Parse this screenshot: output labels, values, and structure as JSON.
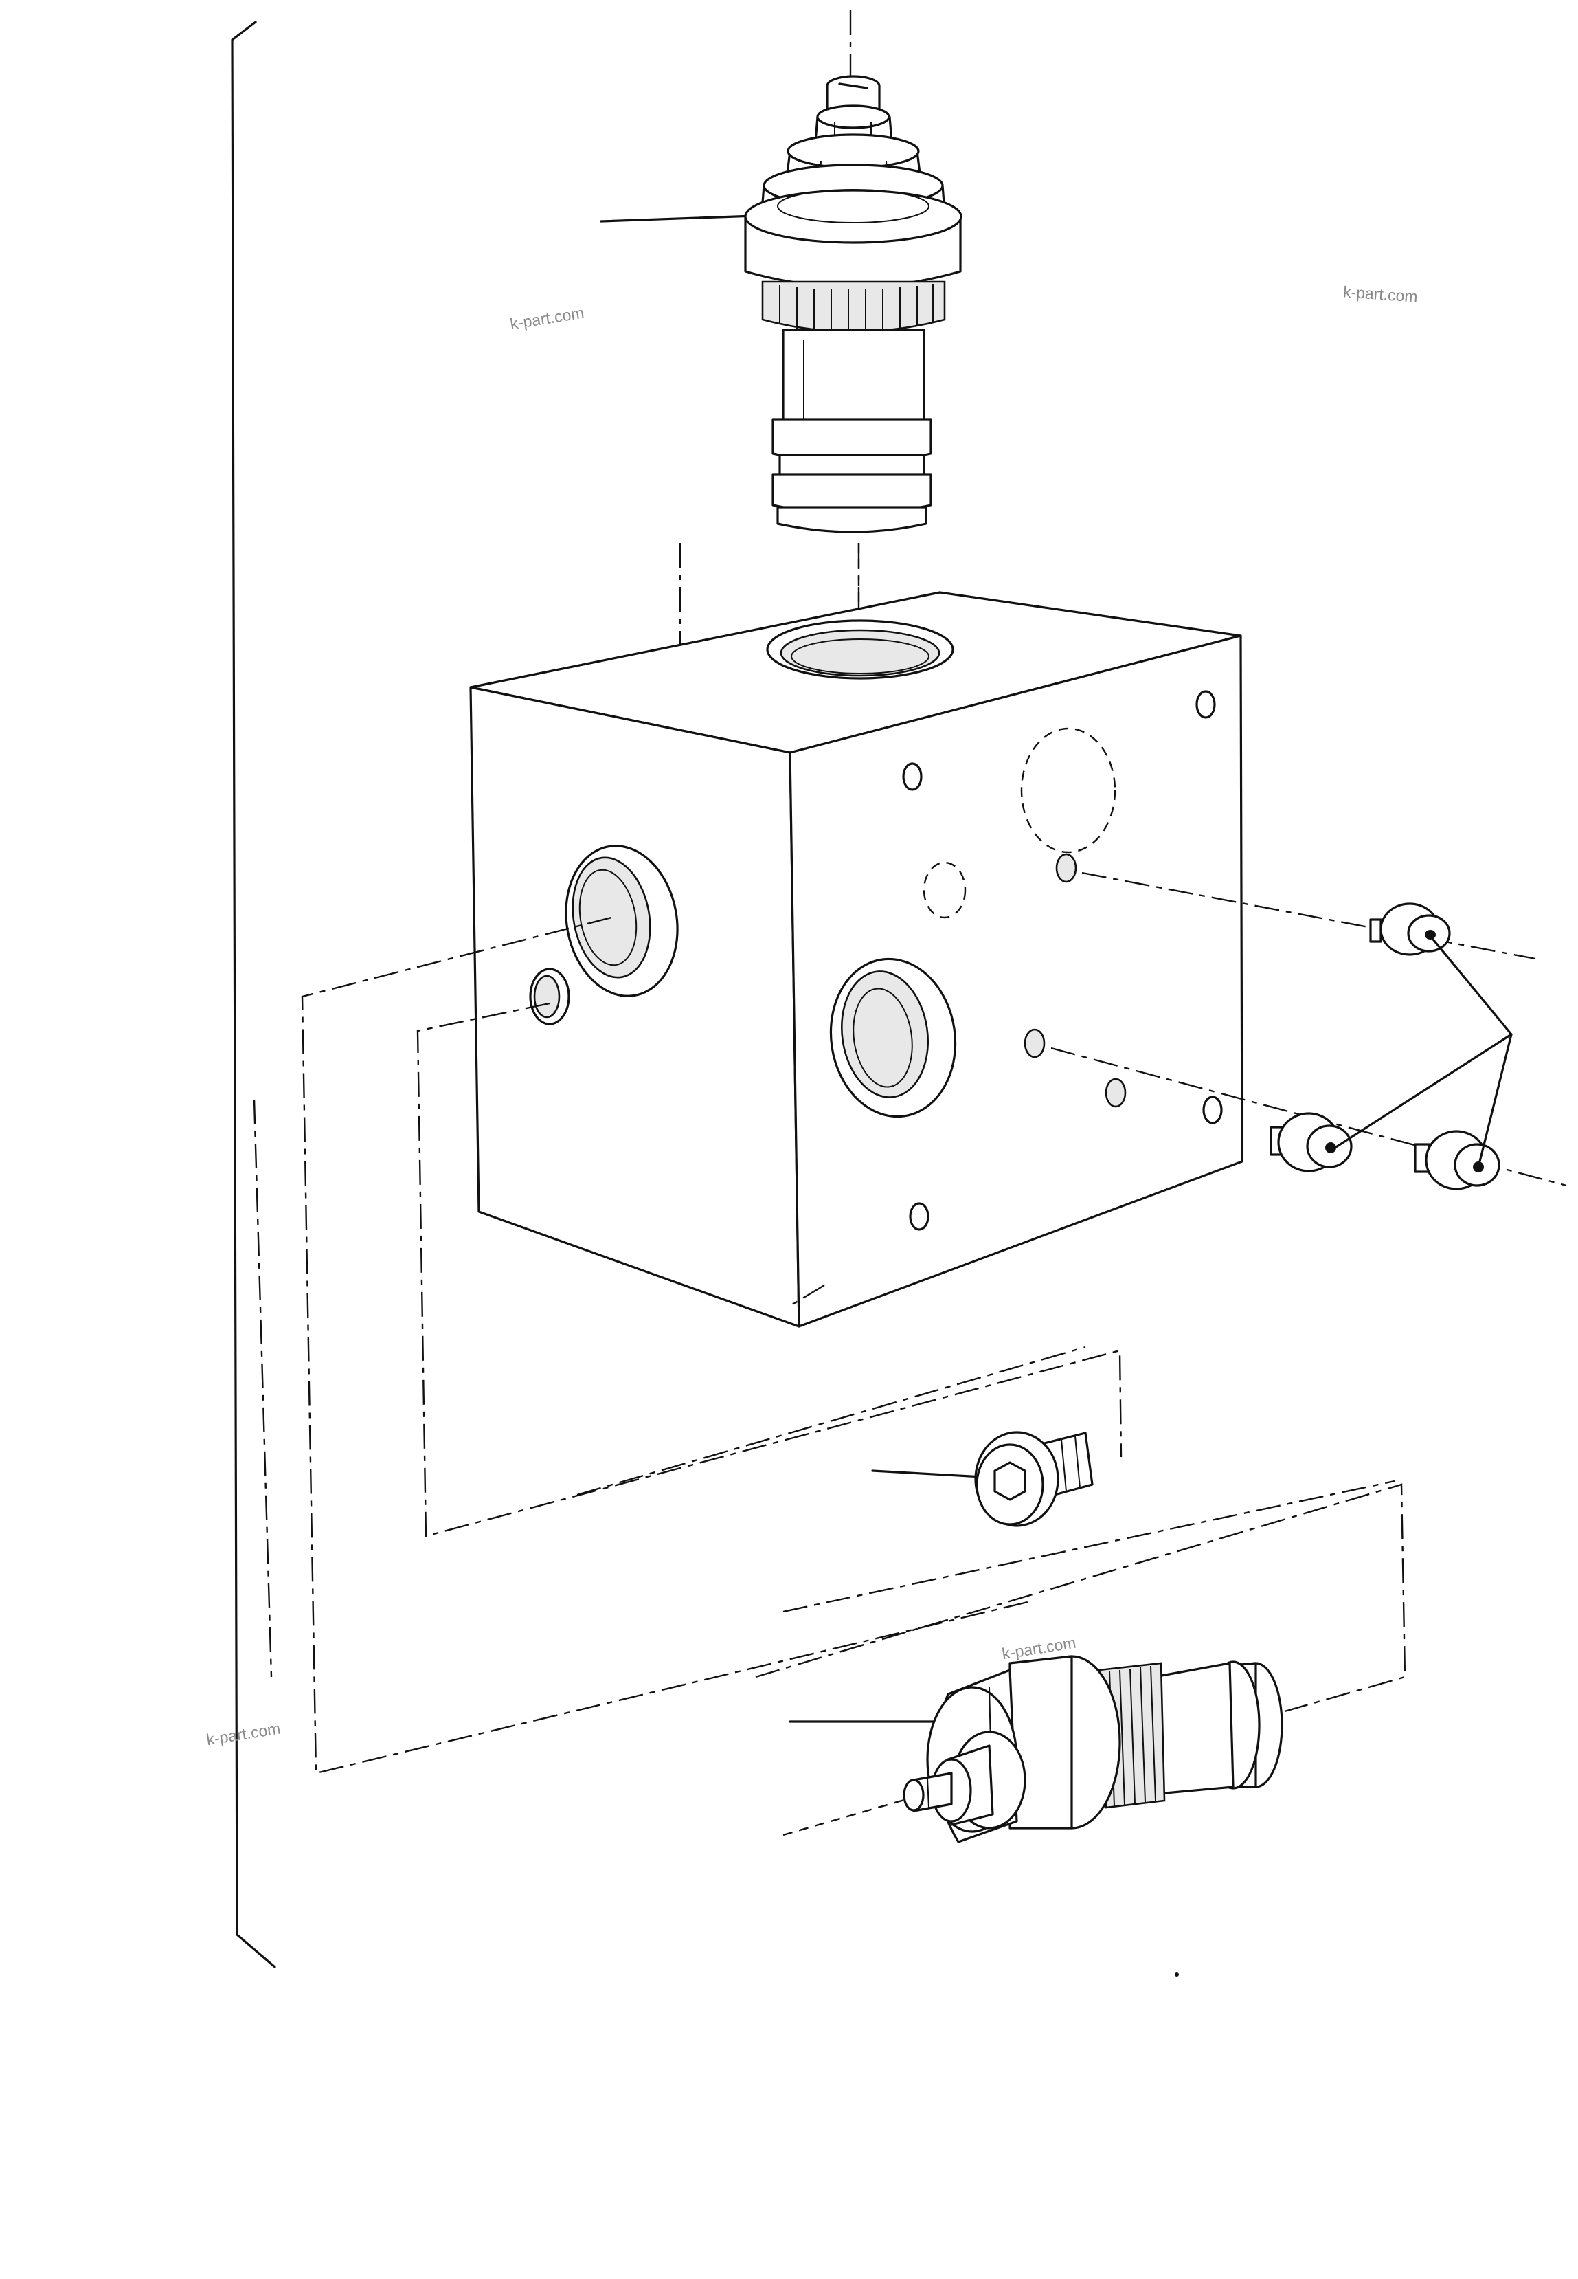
{
  "watermarks": [
    "k-part.com",
    "k-part.com",
    "k-part.com",
    "k-part.com"
  ],
  "colors": {
    "ink": "#111111",
    "paper": "#ffffff",
    "watermark": "#8a8a8a"
  },
  "parts": [
    {
      "id": "relief-valve-cartridge-top",
      "icon": "cartridge-valve-icon"
    },
    {
      "id": "valve-block",
      "icon": "manifold-block-icon"
    },
    {
      "id": "small-plugs",
      "icon": "plug-icon"
    },
    {
      "id": "hex-plug",
      "icon": "hex-socket-plug-icon"
    },
    {
      "id": "relief-valve-cartridge-bottom",
      "icon": "cartridge-valve-icon"
    }
  ]
}
